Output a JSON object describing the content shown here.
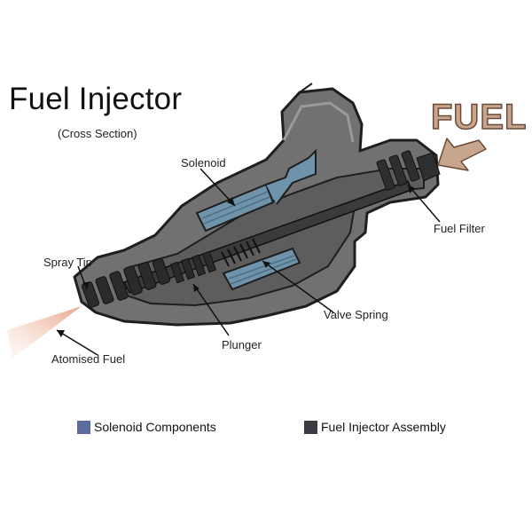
{
  "title": "Fuel Injector",
  "subtitle": "(Cross Section)",
  "fuel_label": "FUEL",
  "labels": {
    "solenoid": "Solenoid",
    "fuel_filter": "Fuel Filter",
    "spray_tip": "Spray Tip",
    "valve_spring": "Valve Spring",
    "plunger": "Plunger",
    "atomised_fuel": "Atomised Fuel"
  },
  "legend": [
    {
      "label": "Solenoid Components",
      "color": "#5b6b9e"
    },
    {
      "label": "Fuel Injector Assembly",
      "color": "#3a3a40"
    }
  ],
  "colors": {
    "body": "#6f6f6f",
    "body_dark": "#4a4a4a",
    "solenoid": "#6f93ab",
    "arrow": "#c8a58e",
    "spray": "#e9a58a"
  }
}
